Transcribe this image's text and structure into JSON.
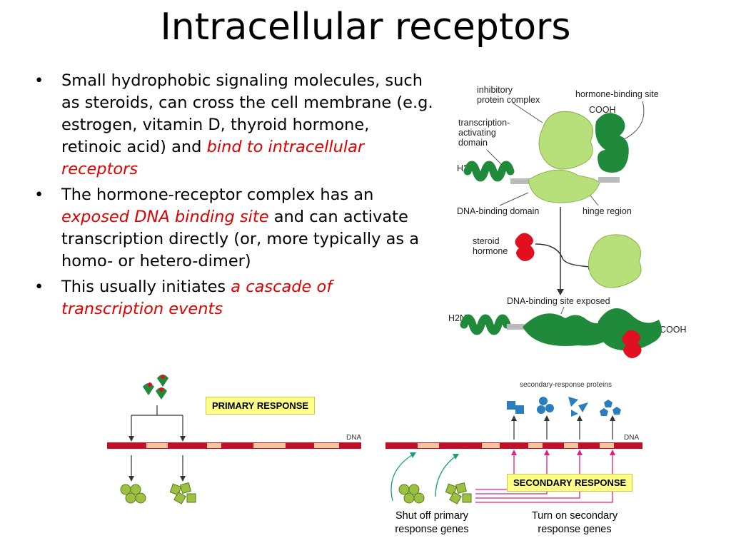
{
  "title": "Intracellular receptors",
  "bullets": [
    {
      "text": "Small hydrophobic signaling molecules, such as steroids, can cross the cell membrane (e.g. estrogen, vitamin D, thyroid hormone, retinoic acid) and ",
      "highlight": "bind to intracellular receptors",
      "after": ""
    },
    {
      "text": "The hormone-receptor complex has an ",
      "highlight": "exposed DNA binding site",
      "after": " and can activate transcription directly (or, more typically as a homo- or hetero-dimer)"
    },
    {
      "text": "This usually initiates ",
      "highlight": "a cascade of transcription events",
      "after": ""
    }
  ],
  "receptor_diagram": {
    "labels": {
      "inhibitory": "inhibitory protein complex",
      "hormone_binding_site": "hormone-binding site",
      "cooh_top": "COOH",
      "transcription_activating": "transcription-activating domain",
      "h2n_top": "H2N",
      "dna_binding_domain": "DNA-binding domain",
      "hinge_region": "hinge region",
      "steroid_hormone": "steroid hormone",
      "dna_binding_site_exposed": "DNA-binding site exposed",
      "h2n_bottom": "H2N",
      "cooh_bottom": "COOH"
    }
  },
  "response_diagram": {
    "primary_response": "PRIMARY RESPONSE",
    "secondary_response": "SECONDARY RESPONSE",
    "dna_left": "DNA",
    "dna_right": "DNA",
    "secondary_proteins": "secondary-response proteins",
    "caption_left": "Shut off primary response genes",
    "caption_right": "Turn on secondary response genes"
  },
  "colors": {
    "title": "#000000",
    "highlight": "#e00000",
    "dark_green": "#1e8a3a",
    "light_green": "#b8e07a",
    "hormone_red": "#e01020",
    "dna_red": "#c0102a",
    "dna_tan": "#f0c8a0",
    "protein_blue": "#2a7ec0",
    "protein_olive": "#9cc040",
    "label_yellow": "#ffff88",
    "arrow_pink": "#e02080",
    "arrow_teal": "#1aa080"
  }
}
